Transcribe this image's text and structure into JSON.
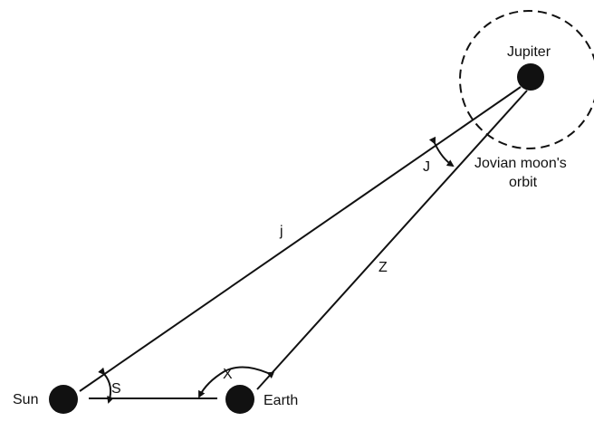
{
  "labels": {
    "sun": "Sun",
    "earth": "Earth",
    "jupiter": "Jupiter",
    "orbit_line1": "Jovian moon's",
    "orbit_line2": "orbit",
    "side_j": "j",
    "side_z": "Z",
    "angle_s": "S",
    "angle_x": "X",
    "angle_j": "J"
  },
  "colors": {
    "ink": "#111111",
    "background": "#ffffff"
  }
}
